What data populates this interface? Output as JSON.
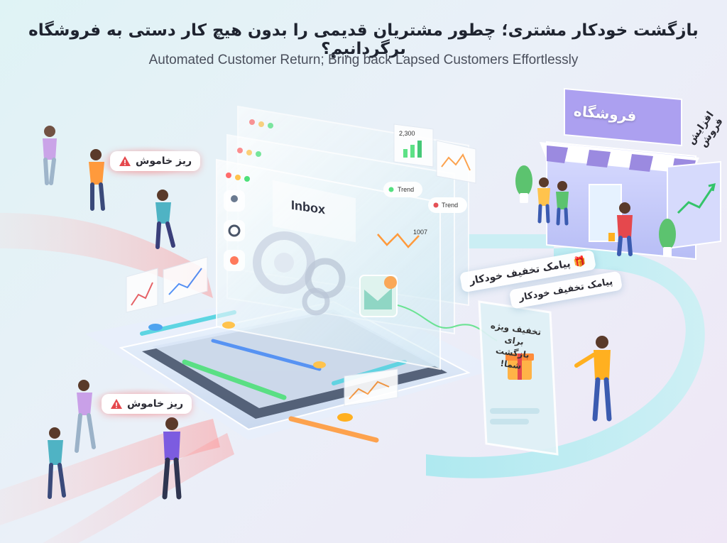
{
  "header": {
    "title_fa": "بازگشت خودکار مشتری؛ چطور مشتریان قدیمی را بدون هیچ کار دستی به فروشگاه برگردانیم؟",
    "title_en": "Automated Customer Return; Bring back Lapsed Customers Effortlessly"
  },
  "labels": {
    "churn_top": "ریز خاموش",
    "churn_bottom": "ریز خاموش",
    "sms_tag": "پیامک تخفیف خودکار",
    "phone_line1": "تخفیف ویژه برای",
    "phone_line2": "بازگشت شما!",
    "inbox": "Inbox",
    "shop_sign": "فروشگاه",
    "sales_growth": "افزایش فروش",
    "trend1": "Trend",
    "trend2": "Trend",
    "stat_value": "2,300",
    "stat_value2": "1007"
  },
  "colors": {
    "accent_cyan": "#4fd3e0",
    "accent_green": "#4ee07a",
    "accent_orange": "#ff9a3c",
    "warning_red": "#e5484d",
    "shop_purple": "#9b8ae0"
  }
}
